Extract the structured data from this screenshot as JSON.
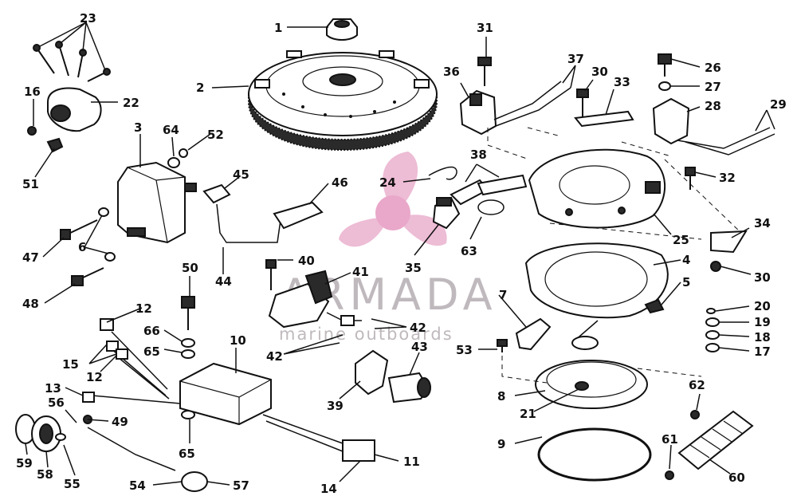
{
  "watermark": {
    "brand": "ARMADA",
    "tagline": "marine outboards",
    "logo_color": "#e8a6c8"
  },
  "parts": {
    "p1": "1",
    "p2": "2",
    "p3": "3",
    "p4": "4",
    "p5": "5",
    "p6": "6",
    "p7": "7",
    "p8": "8",
    "p9": "9",
    "p10": "10",
    "p11": "11",
    "p12a": "12",
    "p12b": "12",
    "p13": "13",
    "p14": "14",
    "p15": "15",
    "p16": "16",
    "p17": "17",
    "p18": "18",
    "p19": "19",
    "p20": "20",
    "p21": "21",
    "p22": "22",
    "p23": "23",
    "p24": "24",
    "p25": "25",
    "p26": "26",
    "p27": "27",
    "p28": "28",
    "p29": "29",
    "p30a": "30",
    "p30b": "30",
    "p31": "31",
    "p32": "32",
    "p33": "33",
    "p34": "34",
    "p35": "35",
    "p36": "36",
    "p37": "37",
    "p38": "38",
    "p39": "39",
    "p40": "40",
    "p41": "41",
    "p42a": "42",
    "p42b": "42",
    "p43": "43",
    "p44": "44",
    "p45": "45",
    "p46": "46",
    "p47": "47",
    "p48": "48",
    "p49": "49",
    "p50": "50",
    "p51": "51",
    "p52": "52",
    "p53": "53",
    "p54": "54",
    "p55": "55",
    "p56": "56",
    "p57": "57",
    "p58": "58",
    "p59": "59",
    "p60": "60",
    "p61": "61",
    "p62": "62",
    "p63": "63",
    "p64": "64",
    "p65a": "65",
    "p65b": "65",
    "p66": "66"
  }
}
